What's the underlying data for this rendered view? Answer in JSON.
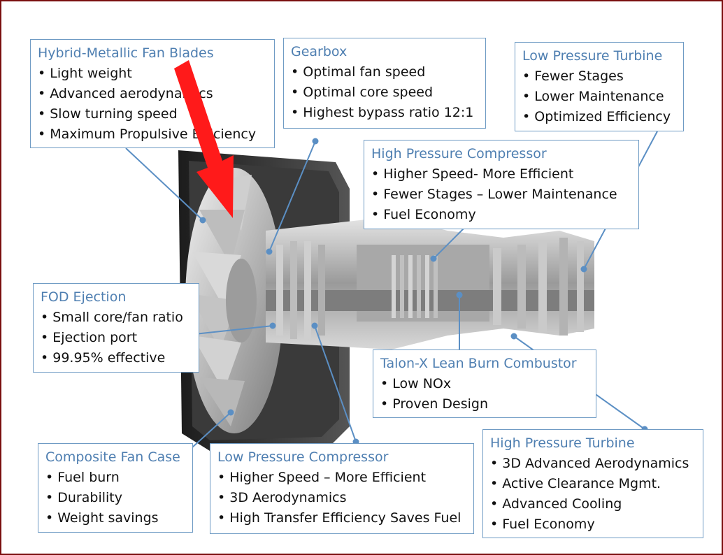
{
  "callouts": {
    "fan_blades": {
      "title": "Hybrid-Metallic Fan Blades",
      "items": [
        "Light weight",
        "Advanced aerodynamics",
        "Slow turning speed",
        "Maximum Propulsive Efficiency"
      ]
    },
    "gearbox": {
      "title": "Gearbox",
      "items": [
        "Optimal fan speed",
        "Optimal core speed",
        "Highest bypass ratio 12:1"
      ]
    },
    "lp_turbine": {
      "title": "Low Pressure Turbine",
      "items": [
        "Fewer Stages",
        "Lower Maintenance",
        "Optimized Efficiency"
      ]
    },
    "hp_compressor": {
      "title": "High Pressure Compressor",
      "items": [
        "Higher Speed- More Efficient",
        "Fewer Stages – Lower Maintenance",
        "Fuel Economy"
      ]
    },
    "fod": {
      "title": "FOD Ejection",
      "items": [
        "Small core/fan ratio",
        "Ejection port",
        "99.95% effective"
      ]
    },
    "combustor": {
      "title": "Talon-X Lean Burn Combustor",
      "items": [
        "Low NOx",
        "Proven Design"
      ]
    },
    "fan_case": {
      "title": "Composite Fan Case",
      "items": [
        "Fuel burn",
        "Durability",
        "Weight savings"
      ]
    },
    "lp_compressor": {
      "title": "Low Pressure Compressor",
      "items": [
        "Higher Speed – More Efficient",
        "3D Aerodynamics",
        "High Transfer Efficiency Saves Fuel"
      ]
    },
    "hp_turbine": {
      "title": "High Pressure Turbine",
      "items": [
        "3D Advanced Aerodynamics",
        "Active Clearance Mgmt.",
        "Advanced Cooling",
        "Fuel Economy"
      ]
    }
  },
  "colors": {
    "frame": "#7a0f0f",
    "callout_title": "#4f7fb1",
    "callout_border": "#6f9bc4",
    "leader": "#5b8fc4",
    "arrow": "#ff1a1a",
    "engine_dark": "#2b2b2b",
    "engine_mid": "#8a8a8a",
    "engine_light": "#c9c9c9"
  },
  "icons": [
    "red-arrow-icon"
  ]
}
